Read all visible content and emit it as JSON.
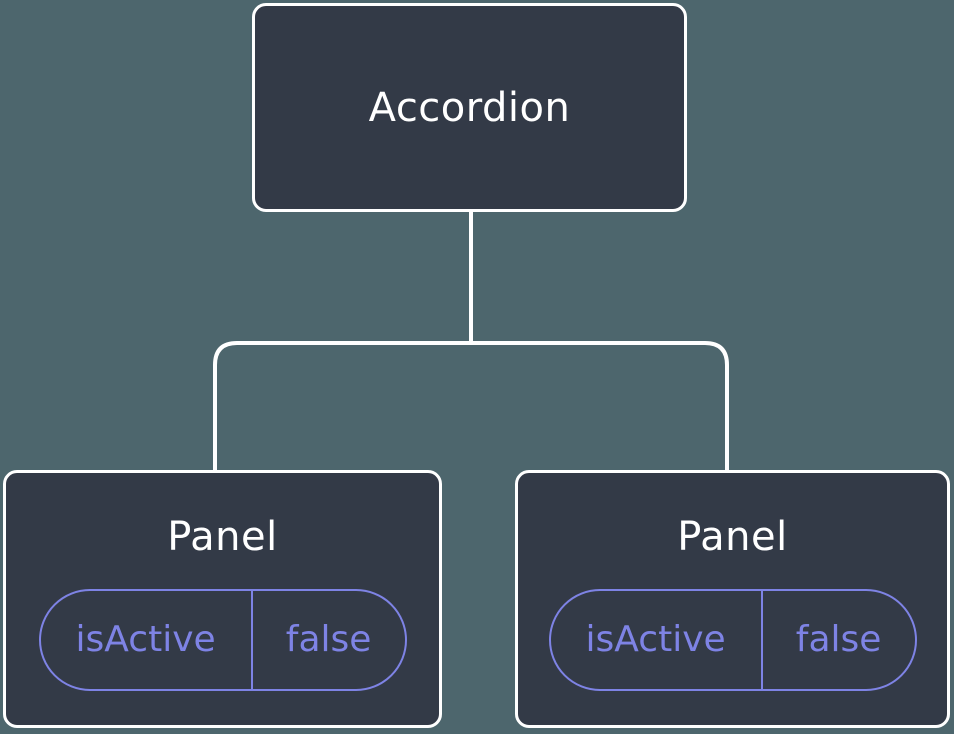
{
  "diagram": {
    "type": "component-tree",
    "colors": {
      "background_color": "#4d666d",
      "node_fill": "#333a47",
      "node_border": "#ffffff",
      "connector": "#ffffff",
      "prop_accent": "#7e83e5",
      "node_text": "#ffffff"
    },
    "root": {
      "label": "Accordion"
    },
    "children": [
      {
        "label": "Panel",
        "props": [
          {
            "name": "isActive",
            "value": "false"
          }
        ]
      },
      {
        "label": "Panel",
        "props": [
          {
            "name": "isActive",
            "value": "false"
          }
        ]
      }
    ]
  }
}
